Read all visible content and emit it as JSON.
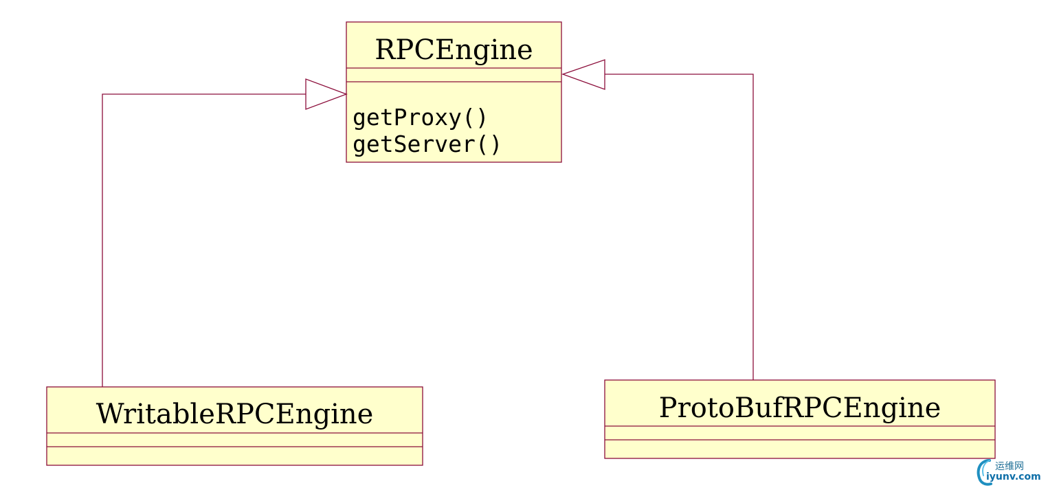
{
  "diagram": {
    "type": "uml-class-inheritance",
    "colors": {
      "box_fill": "#ffffcc",
      "line": "#8b0d3a"
    },
    "classes": {
      "base": {
        "name": "RPCEngine",
        "methods": [
          "getProxy()",
          "getServer()"
        ]
      },
      "writable": {
        "name": "WritableRPCEngine"
      },
      "protobuf": {
        "name": "ProtoBufRPCEngine"
      }
    },
    "relations": [
      {
        "from": "WritableRPCEngine",
        "to": "RPCEngine",
        "kind": "generalization"
      },
      {
        "from": "ProtoBufRPCEngine",
        "to": "RPCEngine",
        "kind": "generalization"
      }
    ]
  },
  "watermark": {
    "chinese": "运维网",
    "site": "iyunv.com",
    "icon": "c-swoosh-logo-icon"
  }
}
